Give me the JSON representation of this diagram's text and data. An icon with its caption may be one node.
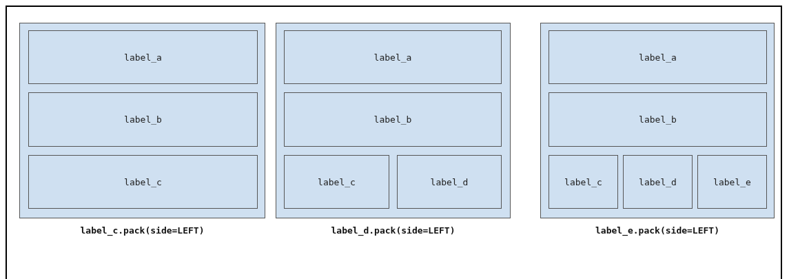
{
  "diagram": {
    "nodes": [
      {
        "text": [],
        "shape": "box",
        "beside": [
          "label_c.pack(side=LEFT)"
        ]
      },
      {
        "text": [
          "label_a"
        ],
        "in": 0
      },
      {
        "text": [
          "label_b"
        ],
        "in": 0
      },
      {
        "text": [
          "label_c"
        ],
        "in": 0
      },
      {
        "text": [],
        "shape": "box",
        "beside": [
          "label_d.pack(side=LEFT)"
        ]
      },
      {
        "text": [
          "label_a"
        ],
        "in": 4
      },
      {
        "text": [
          "label_b"
        ],
        "in": 4
      },
      {
        "text": [
          "label_c"
        ],
        "in": 4
      },
      {
        "text": [
          "label_d"
        ],
        "in": 4
      },
      {
        "text": [],
        "shape": "box",
        "beside": [
          "label_e.pack(side=LEFT)"
        ]
      },
      {
        "text": [
          "label_a"
        ],
        "in": 9
      },
      {
        "text": [
          "label_b"
        ],
        "in": 9
      },
      {
        "text": [
          "label_c"
        ],
        "in": 9
      },
      {
        "text": [
          "label_d"
        ],
        "in": 9
      },
      {
        "text": [
          "label_e"
        ],
        "in": 9
      }
    ]
  }
}
